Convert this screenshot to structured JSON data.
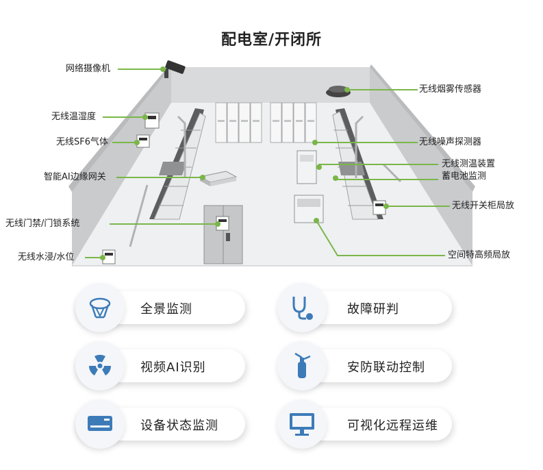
{
  "title": "配电室/开闭所",
  "left_labels": [
    {
      "id": "camera",
      "text": "网络摄像机"
    },
    {
      "id": "temp",
      "text": "无线温湿度"
    },
    {
      "id": "sf6",
      "text": "无线SF6气体"
    },
    {
      "id": "gateway",
      "text": "智能AI边缘网关"
    },
    {
      "id": "door",
      "text": "无线门禁/门锁系统"
    },
    {
      "id": "water",
      "text": "无线水浸/水位"
    }
  ],
  "right_labels": [
    {
      "id": "smoke",
      "text": "无线烟雾传感器"
    },
    {
      "id": "noise",
      "text": "无线噪声探测器"
    },
    {
      "id": "battery_line1",
      "text": "无线测温装置"
    },
    {
      "id": "battery_line2",
      "text": "蓄电池监测"
    },
    {
      "id": "switch",
      "text": "无线开关柜局放"
    },
    {
      "id": "uhf",
      "text": "空间特高频局放"
    }
  ],
  "features": [
    {
      "label": "全景监测",
      "icon": "panorama-icon"
    },
    {
      "label": "故障研判",
      "icon": "stethoscope-icon"
    },
    {
      "label": "视频AI识别",
      "icon": "radiation-icon"
    },
    {
      "label": "安防联动控制",
      "icon": "extinguisher-icon"
    },
    {
      "label": "设备状态监测",
      "icon": "air-conditioner-icon"
    },
    {
      "label": "可视化远程运维",
      "icon": "monitor-icon"
    }
  ],
  "colors": {
    "accent_green": "#7ab648",
    "icon_blue": "#3d7bb8"
  }
}
